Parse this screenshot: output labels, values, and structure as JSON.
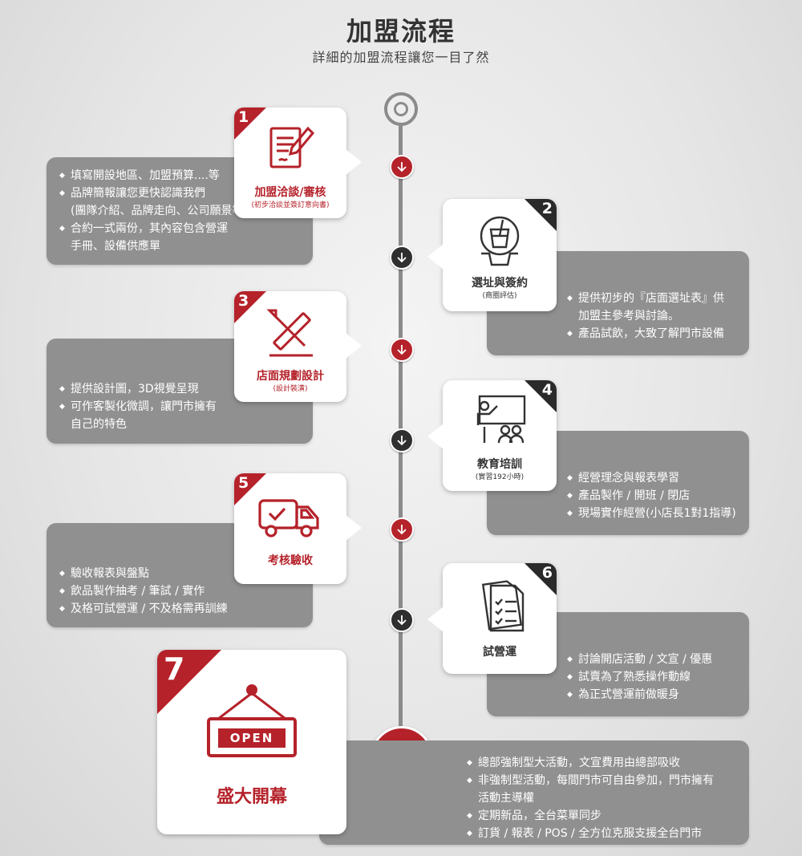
{
  "header": {
    "title": "加盟流程",
    "subtitle": "詳細的加盟流程讓您一目了然"
  },
  "steps": [
    {
      "number": "1",
      "title": "加盟洽談/審核",
      "subtitle": "(初步洽談並簽訂意向書)",
      "icon": "document-pen-icon",
      "details": [
        "填寫開設地區、加盟預算....等",
        "品牌簡報讓您更快認識我們",
        "(團隊介紹、品牌走向、公司願景等)",
        "合約一式兩份，其內容包含營運",
        "手冊、設備供應單"
      ]
    },
    {
      "number": "2",
      "title": "選址與簽約",
      "subtitle": "(商圈評估)",
      "icon": "drink-cup-icon",
      "details": [
        "提供初步的『店面選址表』供",
        "加盟主參考與討論。",
        "產品試飲，大致了解門市設備"
      ]
    },
    {
      "number": "3",
      "title": "店面規劃設計",
      "subtitle": "(設計裝潢)",
      "icon": "ruler-pencil-icon",
      "details": [
        "提供設計圖，3D視覺呈現",
        "可作客製化微調，讓門市擁有",
        "自己的特色"
      ]
    },
    {
      "number": "4",
      "title": "教育培訓",
      "subtitle": "(實習192小時)",
      "icon": "classroom-icon",
      "details": [
        "經營理念與報表學習",
        "產品製作 / 開班 / 閉店",
        "現場實作經營(小店長1對1指導)"
      ]
    },
    {
      "number": "5",
      "title": "考核驗收",
      "subtitle": "",
      "icon": "delivery-truck-check-icon",
      "details": [
        "驗收報表與盤點",
        "飲品製作抽考 / 筆試 / 實作",
        "及格可試營運 / 不及格需再訓練"
      ]
    },
    {
      "number": "6",
      "title": "試營運",
      "subtitle": "",
      "icon": "checklist-icon",
      "details": [
        "討論開店活動 / 文宣 / 優惠",
        "試賣為了熟悉操作動線",
        "為正式營運前做暖身"
      ]
    },
    {
      "number": "7",
      "title": "盛大開幕",
      "subtitle": "",
      "icon": "open-sign-icon",
      "sign_text": "OPEN",
      "details": [
        "總部強制型大活動，文宣費用由總部吸收",
        "非強制型活動，每間門市可自由參加，門市擁有",
        "活動主導權",
        "定期新品，全台菜單同步",
        "訂貨 / 報表 / POS / 全方位克服支援全台門市"
      ]
    }
  ],
  "colors": {
    "accent": "#b5222a",
    "dark": "#2a2a2a",
    "panel": "#909090",
    "axis": "#8b8b8b"
  }
}
